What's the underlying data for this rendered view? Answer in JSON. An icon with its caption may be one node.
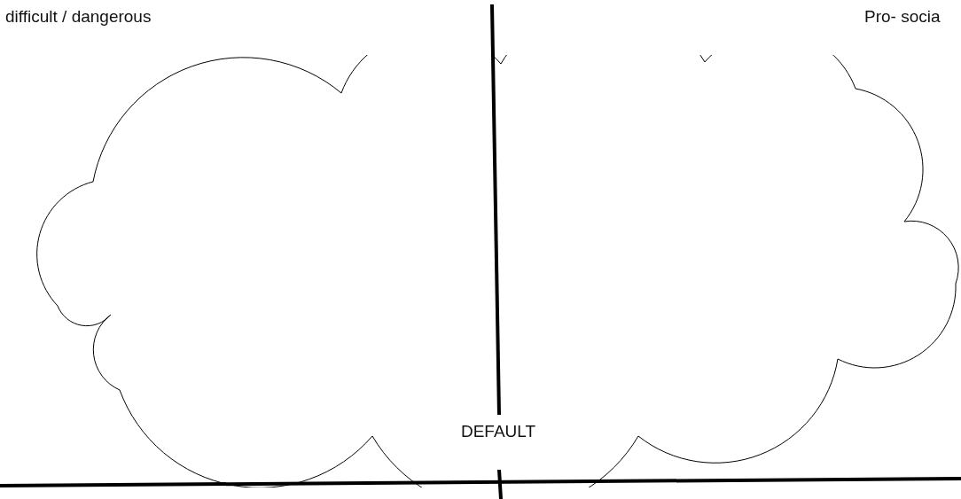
{
  "diagram": {
    "nodes": [
      {
        "text": [
          "DEFAULT"
        ]
      }
    ],
    "labels": [
      "difficult / dangerous",
      "Pro- socia"
    ]
  }
}
